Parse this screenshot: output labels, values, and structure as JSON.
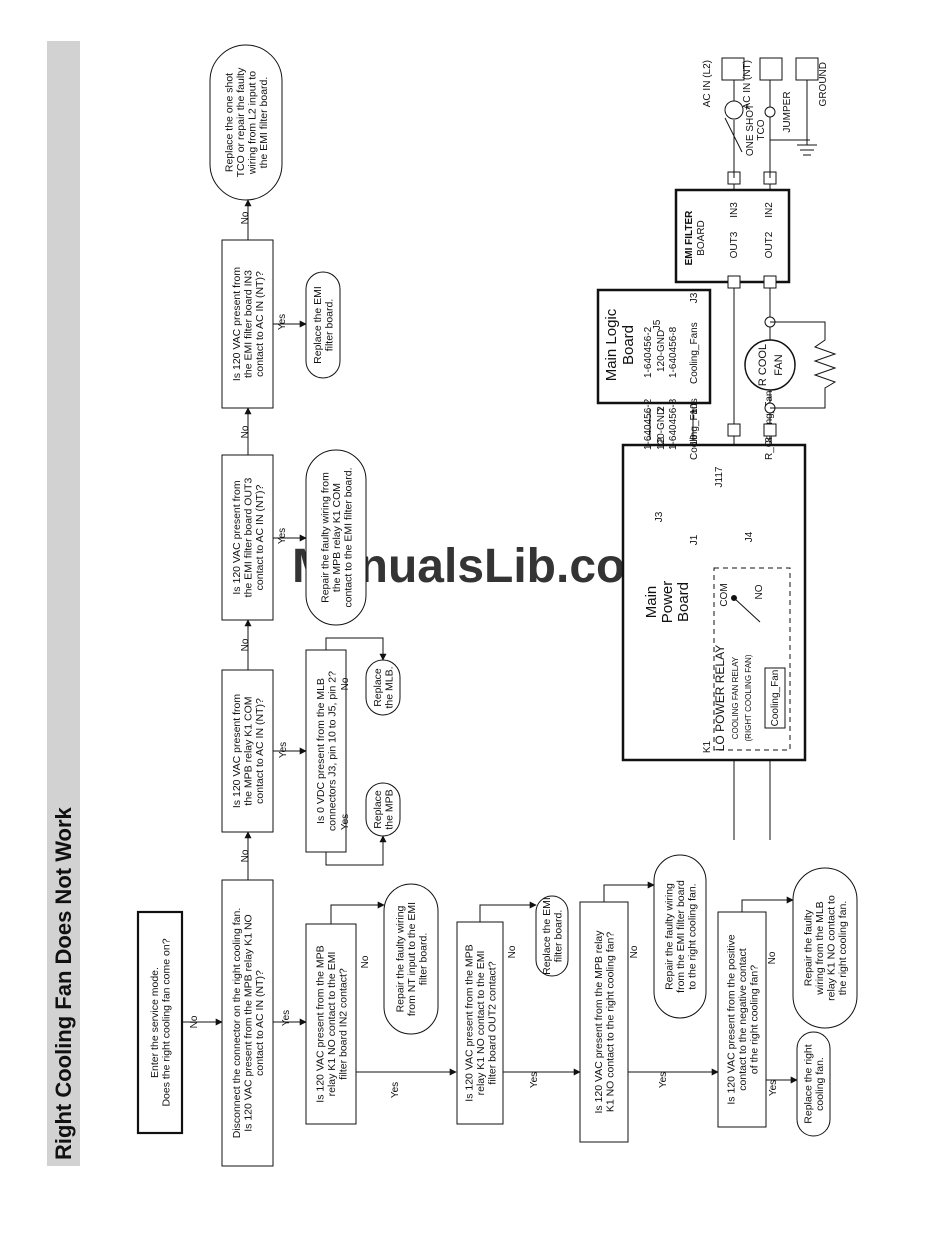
{
  "page": {
    "title": "Right Cooling Fan Does Not Work",
    "sidebar_color": "#d2d2d2"
  },
  "labels": {
    "yes": "Yes",
    "no": "No"
  },
  "watermark": {
    "text": "ManualsLib.com",
    "color": "#b9cbe4"
  },
  "flowchart": {
    "start": [
      "Enter the service mode.",
      "Does the right cooling fan come on?"
    ],
    "q_disconnect": [
      "Disconnect the connector on the right cooling fan.",
      "Is 120 VAC present from the MPB relay K1 NO",
      "contact to AC IN (NT)?"
    ],
    "q_in2": [
      "Is 120 VAC present from the MPB",
      "relay K1 NO contact to the EMI",
      "filter board IN2 contact?"
    ],
    "a_nt_input": [
      "Repair the faulty wiring",
      "from NT input to the EMI",
      "filter board."
    ],
    "q_out2": [
      "Is 120 VAC present from the MPB",
      "relay K1 NO contact to the EMI",
      "filter board OUT2 contact?"
    ],
    "a_emi_1": [
      "Replace the EMI",
      "filter board."
    ],
    "q_fan_contact": [
      "Is 120 VAC present from the MPB relay",
      "K1 NO contact to the right cooling fan?"
    ],
    "a_emi_to_fan": [
      "Repair the faulty wiring",
      "from the EMI filter board",
      "to the right cooling fan."
    ],
    "q_pos_neg": [
      "Is 120 VAC present from the positive",
      "contact to the negative contact",
      "of the right cooling fan?"
    ],
    "a_replace_fan": [
      "Replace the right",
      "cooling fan."
    ],
    "a_k1_to_fan": [
      "Repair the faulty",
      "wiring from the MLB",
      "relay K1 NO contact to",
      "the right cooling fan."
    ],
    "q_com": [
      "Is 120 VAC present from",
      "the MPB relay K1 COM",
      "contact to AC IN (NT)?"
    ],
    "q_0vdc": [
      "Is 0 VDC present from the MLB",
      "connectors J3, pin 10 to J5, pin 2?"
    ],
    "a_mpb": [
      "Replace",
      "the MPB"
    ],
    "a_mlb": [
      "Replace",
      "the MLB."
    ],
    "q_out3": [
      "Is 120 VAC present from",
      "the EMI filter board OUT3",
      "contact to AC IN (NT)?"
    ],
    "a_k1_com": [
      "Repair the faulty wiring from",
      "the MPB relay K1 COM",
      "contact to the EMI filter board."
    ],
    "q_in3": [
      "Is 120 VAC present from",
      "the EMI filter board IN3",
      "contact to AC IN (NT)?"
    ],
    "a_emi_2": [
      "Replace the EMI",
      "filter board."
    ],
    "a_tco": [
      "Replace the one shot",
      "TCO or repair the faulty",
      "wiring from L2 input to",
      "the EMI filter board."
    ]
  },
  "schematic": {
    "emi": {
      "title": "EMI FILTER",
      "sub": "BOARD",
      "in3": "IN3",
      "in2": "IN2",
      "out3": "OUT3",
      "out2": "OUT2"
    },
    "mlb": {
      "title1": "Main Logic",
      "title2": "Board",
      "pn1": "1-640456-2",
      "j5": "J5",
      "gnd": "120-GND",
      "pn2": "1-640456-8",
      "fans": "Cooling_Fans",
      "j3": "J3",
      "pin2": "2",
      "pin10": "10"
    },
    "mpb": {
      "title1": "Main",
      "title2": "Power",
      "title3": "Board",
      "pn1": "1-640456-2",
      "j3": "J3",
      "gnd": "120-GND",
      "pn2": "1-640456-8",
      "j1": "J1",
      "fans": "Cooling_Fans",
      "j117": "J117",
      "j4": "J4",
      "rfan": "R_Cooling_Fan",
      "pin2": "2",
      "pin10": "10",
      "pin8": "8",
      "com": "COM",
      "no": "NO",
      "k1": "K1",
      "relay": "LO POWER RELAY",
      "relay_sub1": "COOLING FAN RELAY",
      "relay_sub2": "(RIGHT COOLING FAN)",
      "relay_box": "Cooling_Fan"
    },
    "fan": {
      "line1": "R COOL",
      "line2": "FAN"
    },
    "mains": {
      "ac_l2": "AC IN (L2)",
      "ac_nt": "AC IN (NT)",
      "ground": "GROUND",
      "tco1": "ONE SHOT",
      "tco2": "TCO",
      "jumper": "JUMPER"
    }
  }
}
